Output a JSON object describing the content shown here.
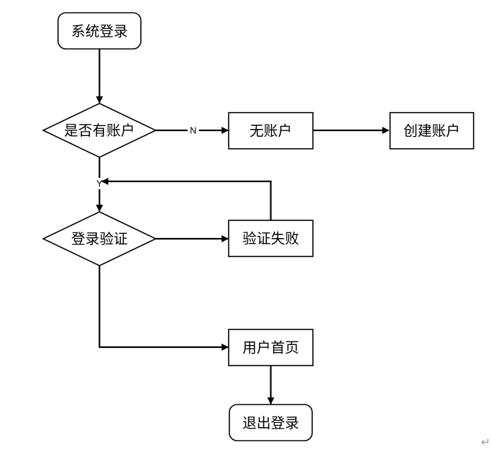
{
  "nodes": {
    "start": "系统登录",
    "has_account": "是否有账户",
    "no_account": "无账户",
    "create_account": "创建账户",
    "login_verify": "登录验证",
    "verify_failed": "验证失败",
    "user_home": "用户首页",
    "logout": "退出登录"
  },
  "edge_labels": {
    "no": "N",
    "yes": "Y"
  },
  "paragraph_mark": "↵"
}
